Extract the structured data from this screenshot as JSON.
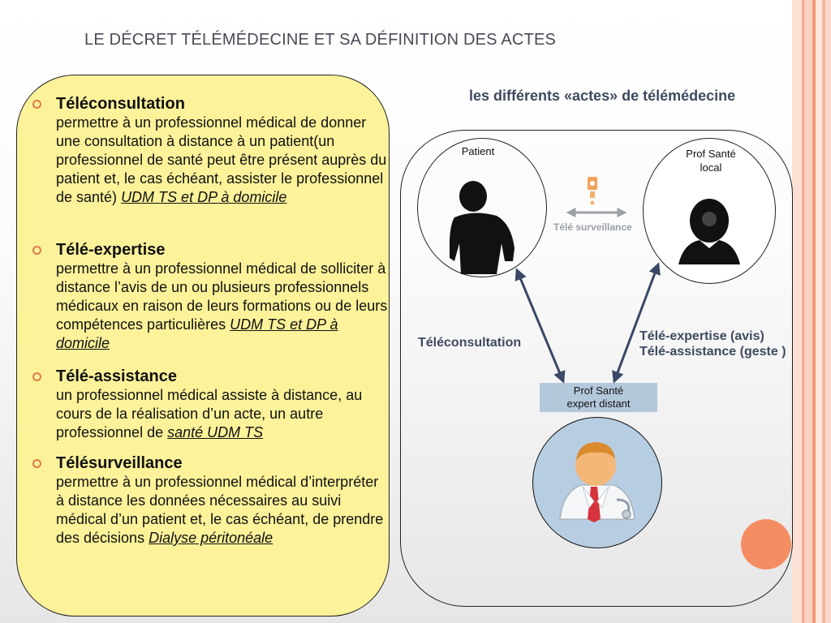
{
  "slide": {
    "title": "LE DÉCRET TÉLÉMÉDECINE ET SA DÉFINITION DES ACTES",
    "colors": {
      "box_fill": "#fcf29a",
      "bullet": "#e07a4e",
      "accent_text": "#3f4a60",
      "expert_fill": "#b7cde2",
      "orange_dot": "#f58d63"
    }
  },
  "acts": [
    {
      "head": "Téléconsultation",
      "desc": "permettre à un professionnel médical de donner une consultation à distance à un patient(un professionnel de santé peut être présent auprès du patient et, le cas échéant, assister le professionnel de santé) ",
      "link": "UDM TS et DP à domicile"
    },
    {
      "head": "Télé-expertise",
      "desc": "permettre à un professionnel médical de solliciter à distance l’avis de un ou plusieurs professionnels médicaux en raison de leurs formations ou de leurs compétences particulières ",
      "link": "UDM TS et DP à domicile"
    },
    {
      "head": "Télé-assistance",
      "desc": "un professionnel médical assiste à distance, au cours de la réalisation d’un acte, un autre professionnel de ",
      "link": "santé UDM TS"
    },
    {
      "head": "Télésurveillance",
      "desc": "permettre à un professionnel médical d’interpréter à distance les données nécessaires au suivi médical d’un patient et, le cas échéant, de prendre des décisions ",
      "link": "Dialyse péritonéale"
    }
  ],
  "diagram": {
    "title": "les différents «actes» de télémédecine",
    "patient_label": "Patient",
    "local_label_1": "Prof Santé",
    "local_label_2": "local",
    "expert_label_1": "Prof Santé",
    "expert_label_2": "expert distant",
    "teleconsultation_label": "Téléconsultation",
    "tele_expertise_label": "Télé-expertise (avis)",
    "tele_assistance_label": "Télé-assistance (geste )",
    "tele_surveillance_label": "Télé surveillance",
    "icons": [
      "patient-silhouette-icon",
      "local-professional-silhouette-icon",
      "doctor-avatar-icon",
      "monitoring-device-icon"
    ]
  }
}
